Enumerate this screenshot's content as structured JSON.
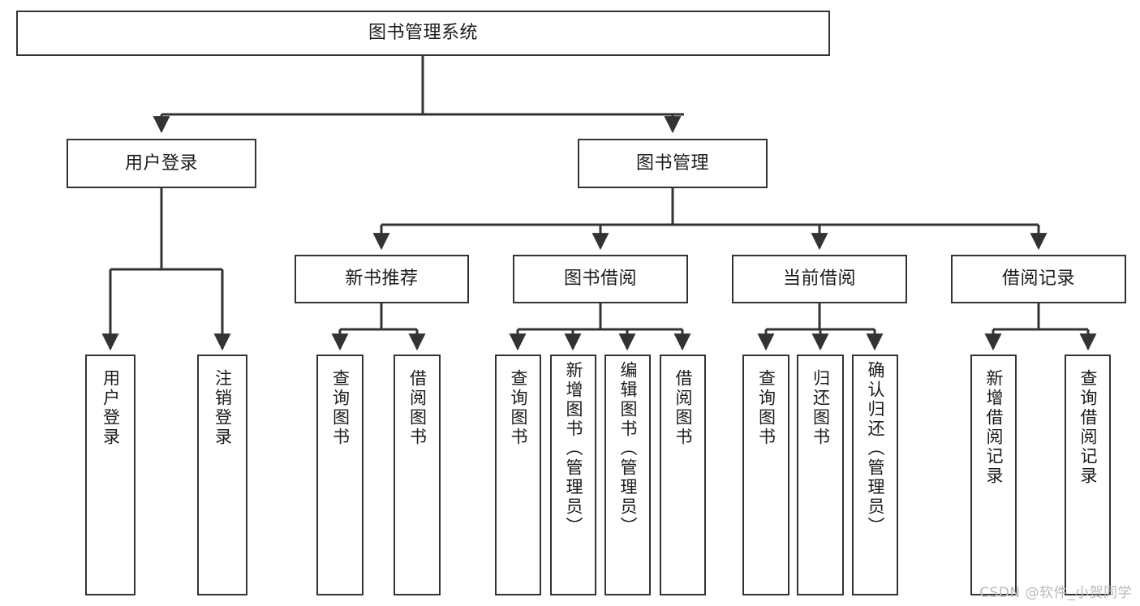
{
  "diagram": {
    "type": "hierarchy-tree",
    "title": "图书管理系统",
    "watermark": "CSDN @软件_小贺同学",
    "colors": {
      "node_border": "#333333",
      "node_fill": "#ffffff",
      "connector": "#333333",
      "text": "#1b1b1b",
      "watermark": "#b8b8b8"
    },
    "nodes": {
      "root": {
        "label": "图书管理系统"
      },
      "level2": [
        {
          "id": "user-login",
          "label": "用户登录"
        },
        {
          "id": "book-management",
          "label": "图书管理"
        }
      ],
      "level3": [
        {
          "id": "new-book-recommend",
          "label": "新书推荐"
        },
        {
          "id": "book-borrow",
          "label": "图书借阅"
        },
        {
          "id": "current-borrow",
          "label": "当前借阅"
        },
        {
          "id": "borrow-record",
          "label": "借阅记录"
        }
      ],
      "leaves": {
        "user-login": [
          {
            "id": "leaf-user-login",
            "label": "用户登录"
          },
          {
            "id": "leaf-logout-login",
            "label": "注销登录"
          }
        ],
        "new-book-recommend": [
          {
            "id": "leaf-query-book-1",
            "label": "查询图书"
          },
          {
            "id": "leaf-borrow-book-1",
            "label": "借阅图书"
          }
        ],
        "book-borrow": [
          {
            "id": "leaf-query-book-2",
            "label": "查询图书"
          },
          {
            "id": "leaf-add-book",
            "label": "新增图书（管理员）"
          },
          {
            "id": "leaf-edit-book",
            "label": "编辑图书（管理员）"
          },
          {
            "id": "leaf-borrow-book-2",
            "label": "借阅图书"
          }
        ],
        "current-borrow": [
          {
            "id": "leaf-query-book-3",
            "label": "查询图书"
          },
          {
            "id": "leaf-return-book",
            "label": "归还图书"
          },
          {
            "id": "leaf-confirm-return",
            "label": "确认归还（管理员）"
          }
        ],
        "borrow-record": [
          {
            "id": "leaf-add-record",
            "label": "新增借阅记录"
          },
          {
            "id": "leaf-query-record",
            "label": "查询借阅记录"
          }
        ]
      }
    }
  }
}
